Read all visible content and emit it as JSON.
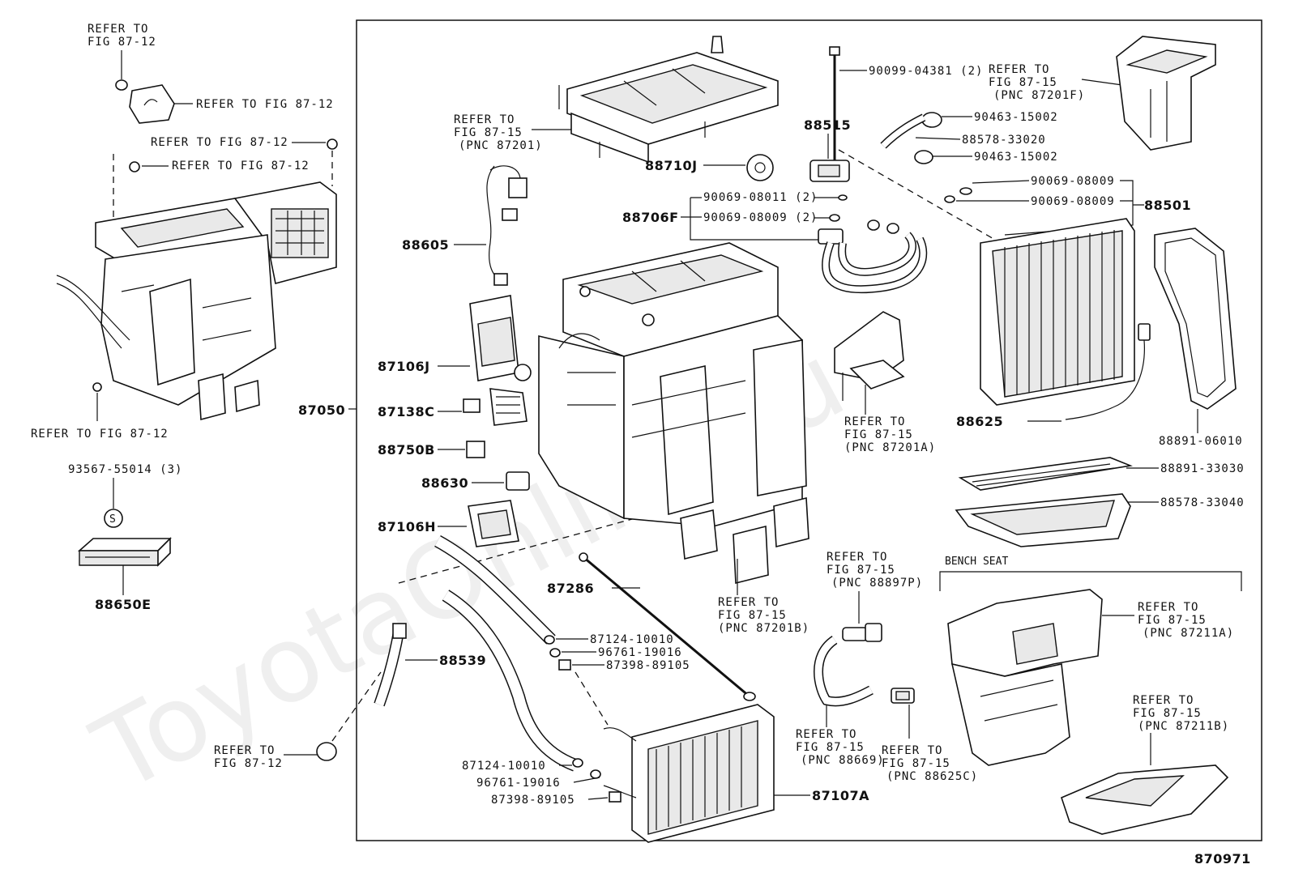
{
  "watermark": "ToyotaOnline.ru",
  "diagram_number": "870971",
  "section_heading": "BENCH SEAT",
  "callouts": {
    "l1": [
      "REFER TO",
      "FIG 87-12"
    ],
    "l2": "REFER TO FIG 87-12",
    "l3": "REFER TO FIG 87-12",
    "l4": "REFER TO FIG 87-12",
    "l5": "REFER TO FIG 87-12",
    "p93567": "93567-55014 (3)",
    "p88650E": "88650E",
    "p87050": "87050",
    "r87201": [
      "REFER TO",
      "FIG 87-15",
      "(PNC 87201)"
    ],
    "p88605": "88605",
    "p87106J": "87106J",
    "p87138C": "87138C",
    "p88750B": "88750B",
    "p88630": "88630",
    "p87106H": "87106H",
    "p88539": "88539",
    "r_bottom_left": [
      "REFER TO",
      "FIG 87-12"
    ],
    "p88710J": "88710J",
    "p88706F": "88706F",
    "p90069_08011": "90069-08011 (2)",
    "p90069_08009_2": "90069-08009 (2)",
    "p88515": "88515",
    "p90099": "90099-04381 (2)",
    "r87201F": [
      "REFER TO",
      "FIG 87-15",
      "(PNC 87201F)"
    ],
    "p90463a": "90463-15002",
    "p88578_33020": "88578-33020",
    "p90463b": "90463-15002",
    "p90069a": "90069-08009",
    "p90069b": "90069-08009",
    "p88501": "88501",
    "r87201A": [
      "REFER TO",
      "FIG 87-15",
      "(PNC 87201A)"
    ],
    "p88625": "88625",
    "p88891_06010": "88891-06010",
    "p88891_33030": "88891-33030",
    "p88578_33040": "88578-33040",
    "p87286": "87286",
    "r87201B": [
      "REFER TO",
      "FIG 87-15",
      "(PNC 87201B)"
    ],
    "p87124a": "87124-10010",
    "p96761a": "96761-19016",
    "p87398a": "87398-89105",
    "p87124b": "87124-10010",
    "p96761b": "96761-19016",
    "p87398b": "87398-89105",
    "p87107A": "87107A",
    "r88897P": [
      "REFER TO",
      "FIG 87-15",
      "(PNC 88897P)"
    ],
    "r88669": [
      "REFER TO",
      "FIG 87-15",
      "(PNC 88669)"
    ],
    "r88625C": [
      "REFER TO",
      "FIG 87-15",
      "(PNC 88625C)"
    ],
    "r87211A": [
      "REFER TO",
      "FIG 87-15",
      "(PNC 87211A)"
    ],
    "r87211B": [
      "REFER TO",
      "FIG 87-15",
      "(PNC 87211B)"
    ]
  }
}
